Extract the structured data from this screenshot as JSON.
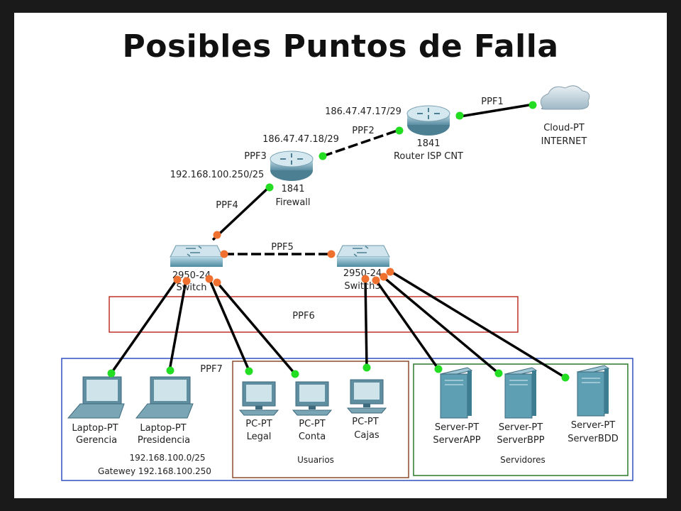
{
  "title": "Posibles Puntos de Falla",
  "colors": {
    "link": "#000000",
    "port_up": "#22dd22",
    "port_down": "#f07030",
    "ppf6_box": "#c0302a",
    "users_group_box": "#3050c0",
    "usuarios_box": "#8b4a2a",
    "servidores_box": "#2a7a2a"
  },
  "labels": {
    "ppf1": "PPF1",
    "ppf2": "PPF2",
    "ppf3": "PPF3",
    "ppf4": "PPF4",
    "ppf5": "PPF5",
    "ppf6": "PPF6",
    "ppf7": "PPF7",
    "ip_isp": "186.47.47.17/29",
    "ip_fw_wan": "186.47.47.18/29",
    "ip_fw_lan": "192.168.100.250/25"
  },
  "devices": {
    "cloud": {
      "type": "Cloud-PT",
      "name": "INTERNET",
      "icon": "cloud-icon"
    },
    "router_isp": {
      "type": "1841",
      "name": "Router ISP CNT",
      "icon": "router-icon"
    },
    "firewall": {
      "type": "1841",
      "name": "Firewall",
      "icon": "router-icon"
    },
    "switch_left": {
      "type": "2950-24",
      "name": "Switch",
      "icon": "switch-icon"
    },
    "switch_right": {
      "type": "2950-24",
      "name": "Switch3",
      "icon": "switch-icon"
    },
    "laptop_gerencia": {
      "type": "Laptop-PT",
      "name": "Gerencia",
      "icon": "laptop-icon"
    },
    "laptop_presidencia": {
      "type": "Laptop-PT",
      "name": "Presidencia",
      "icon": "laptop-icon"
    },
    "pc_legal": {
      "type": "PC-PT",
      "name": "Legal",
      "icon": "pc-icon"
    },
    "pc_conta": {
      "type": "PC-PT",
      "name": "Conta",
      "icon": "pc-icon"
    },
    "pc_cajas": {
      "type": "PC-PT",
      "name": "Cajas",
      "icon": "pc-icon"
    },
    "server_app": {
      "type": "Server-PT",
      "name": "ServerAPP",
      "icon": "server-icon"
    },
    "server_bpp": {
      "type": "Server-PT",
      "name": "ServerBPP",
      "icon": "server-icon"
    },
    "server_bdd": {
      "type": "Server-PT",
      "name": "ServerBDD",
      "icon": "server-icon"
    }
  },
  "groups": {
    "usuarios": "Usuarios",
    "servidores": "Servidores",
    "network": "192.168.100.0/25",
    "gateway": "Gatewey 192.168.100.250"
  }
}
